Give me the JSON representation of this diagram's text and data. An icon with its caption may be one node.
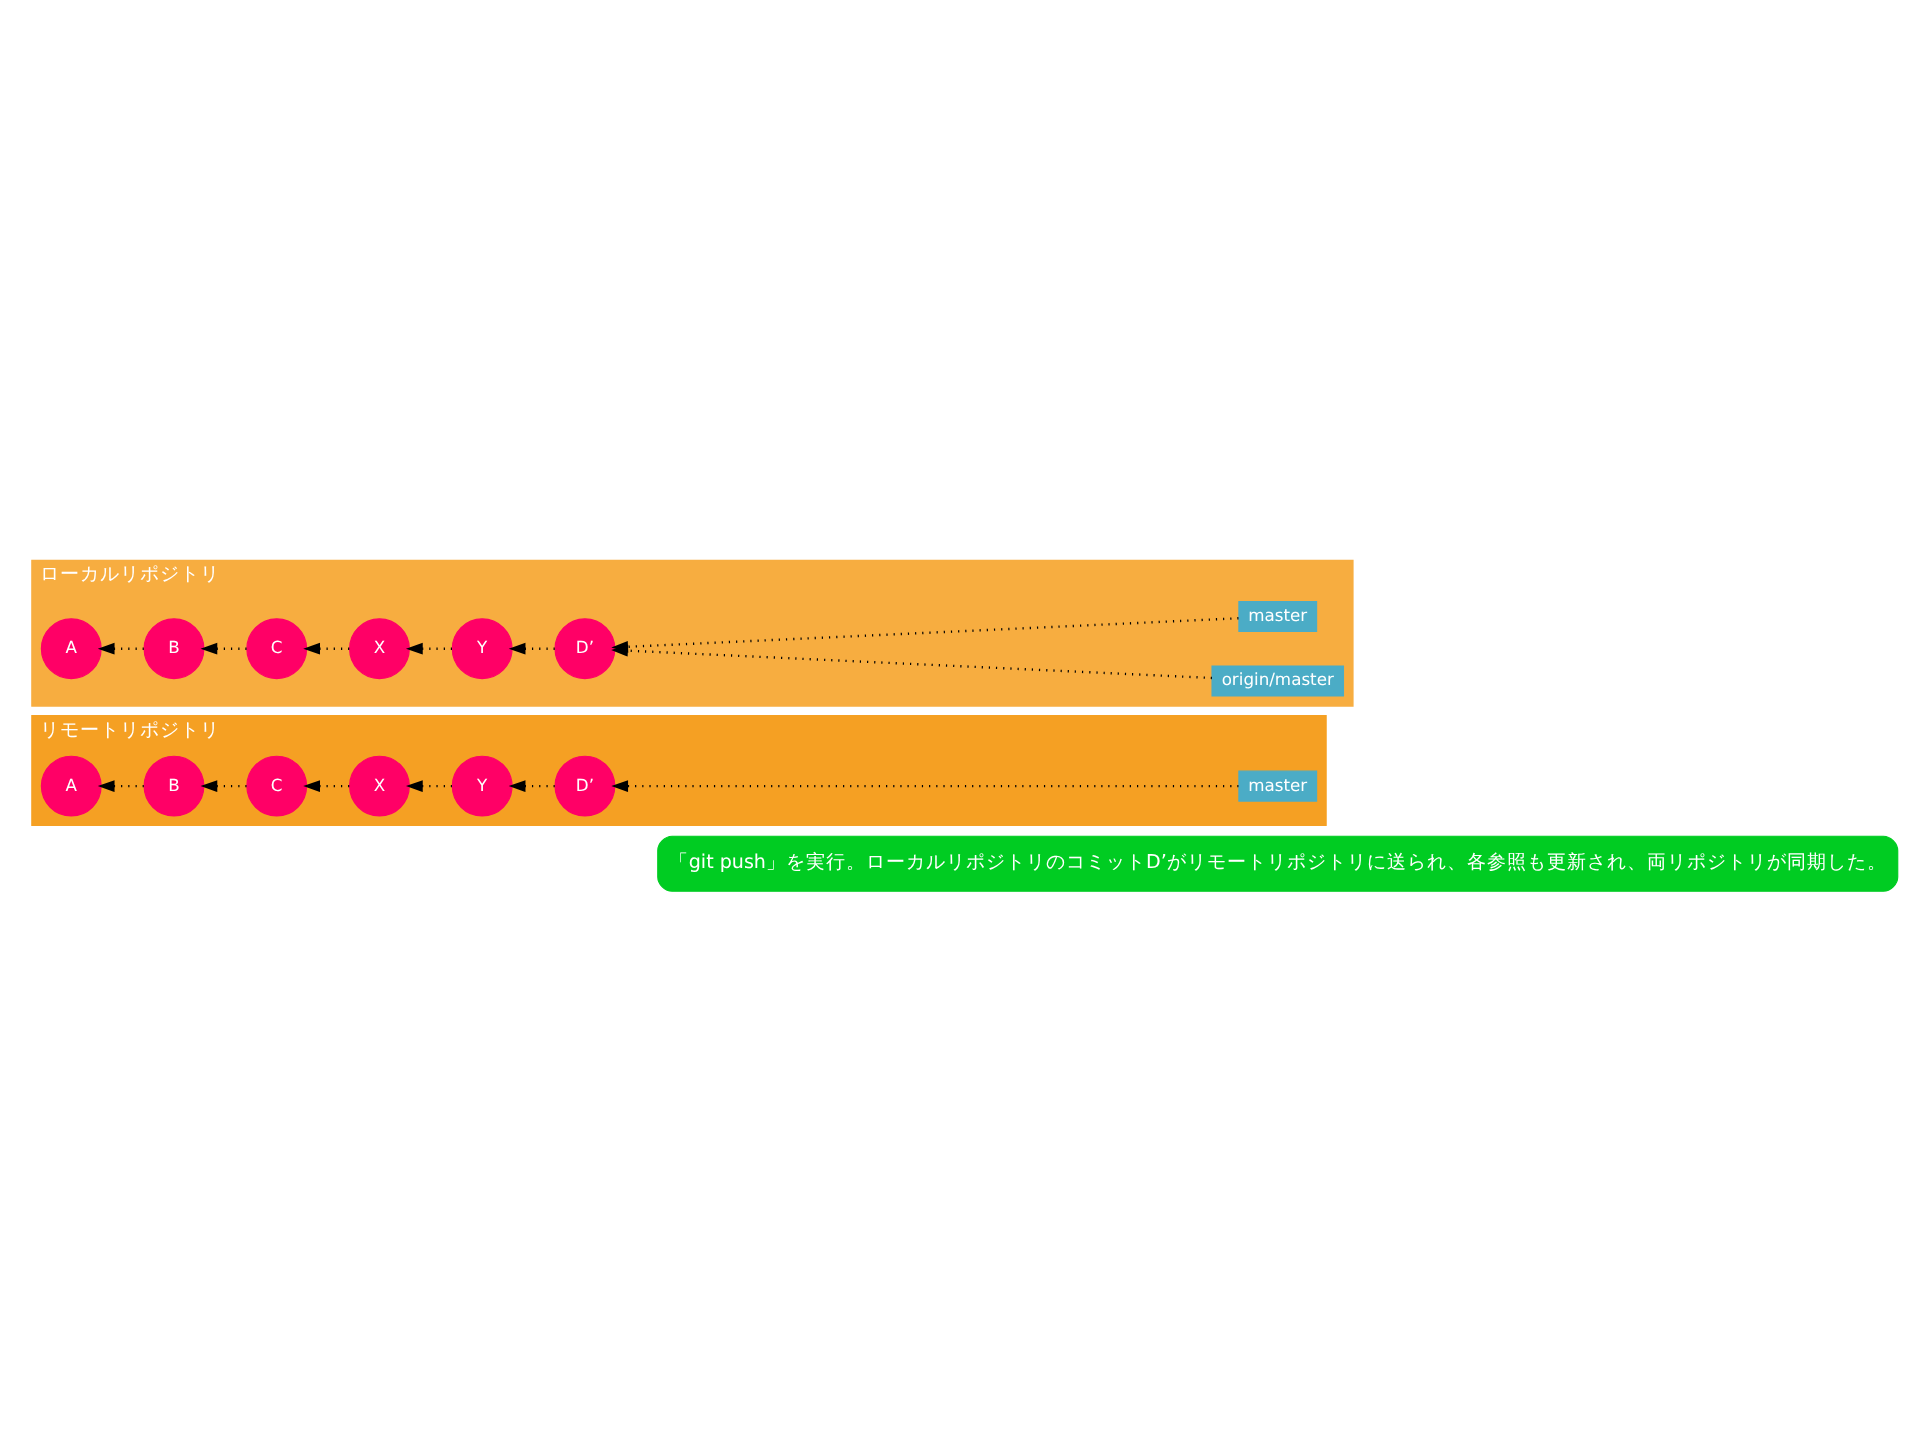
{
  "diagram": {
    "nodes": [
      {
        "text": [
          "「git push」を実行。ローカルリポジトリのコミットD’がリモートリポジトリに送られ、各参照も更新され、両リポジトリが同期した。"
        ]
      },
      {
        "text": [
          "リモートリポジトリ"
        ]
      },
      {
        "text": [
          "A"
        ],
        "in": 1
      },
      {
        "text": [
          "B"
        ],
        "in": 1
      },
      {
        "text": [
          "C"
        ],
        "in": 1
      },
      {
        "text": [
          "X"
        ],
        "in": 1
      },
      {
        "text": [
          "Y"
        ],
        "in": 1
      },
      {
        "text": [
          "D’"
        ],
        "in": 1
      },
      {
        "text": [
          "master"
        ],
        "in": 1
      },
      {
        "text": [
          "ローカルリポジトリ"
        ]
      },
      {
        "text": [
          "A"
        ],
        "in": 9
      },
      {
        "text": [
          "B"
        ],
        "in": 9
      },
      {
        "text": [
          "C"
        ],
        "in": 9
      },
      {
        "text": [
          "X"
        ],
        "in": 9
      },
      {
        "text": [
          "Y"
        ],
        "in": 9
      },
      {
        "text": [
          "D’"
        ],
        "in": 9
      },
      {
        "text": [
          "master"
        ],
        "in": 9
      },
      {
        "text": [
          "origin/master"
        ],
        "in": 9
      }
    ],
    "edges": [
      {
        "from": 3,
        "to": 2,
        "arrow": "to",
        "style": "dashed"
      },
      {
        "from": 4,
        "to": 3,
        "arrow": "to",
        "style": "dashed"
      },
      {
        "from": 5,
        "to": 4,
        "arrow": "to",
        "style": "dashed"
      },
      {
        "from": 6,
        "to": 5,
        "arrow": "to",
        "style": "dashed"
      },
      {
        "from": 7,
        "to": 6,
        "arrow": "to",
        "style": "dashed"
      },
      {
        "from": 8,
        "to": 7,
        "arrow": "to",
        "style": "dashed"
      },
      {
        "from": 11,
        "to": 10,
        "arrow": "to",
        "style": "dashed"
      },
      {
        "from": 12,
        "to": 11,
        "arrow": "to",
        "style": "dashed"
      },
      {
        "from": 13,
        "to": 12,
        "arrow": "to",
        "style": "dashed"
      },
      {
        "from": 14,
        "to": 13,
        "arrow": "to",
        "style": "dashed"
      },
      {
        "from": 15,
        "to": 14,
        "arrow": "to",
        "style": "dashed"
      },
      {
        "from": 16,
        "to": 15,
        "arrow": "to",
        "style": "dashed"
      },
      {
        "from": 17,
        "to": 15,
        "arrow": "to",
        "style": "dashed"
      }
    ]
  }
}
